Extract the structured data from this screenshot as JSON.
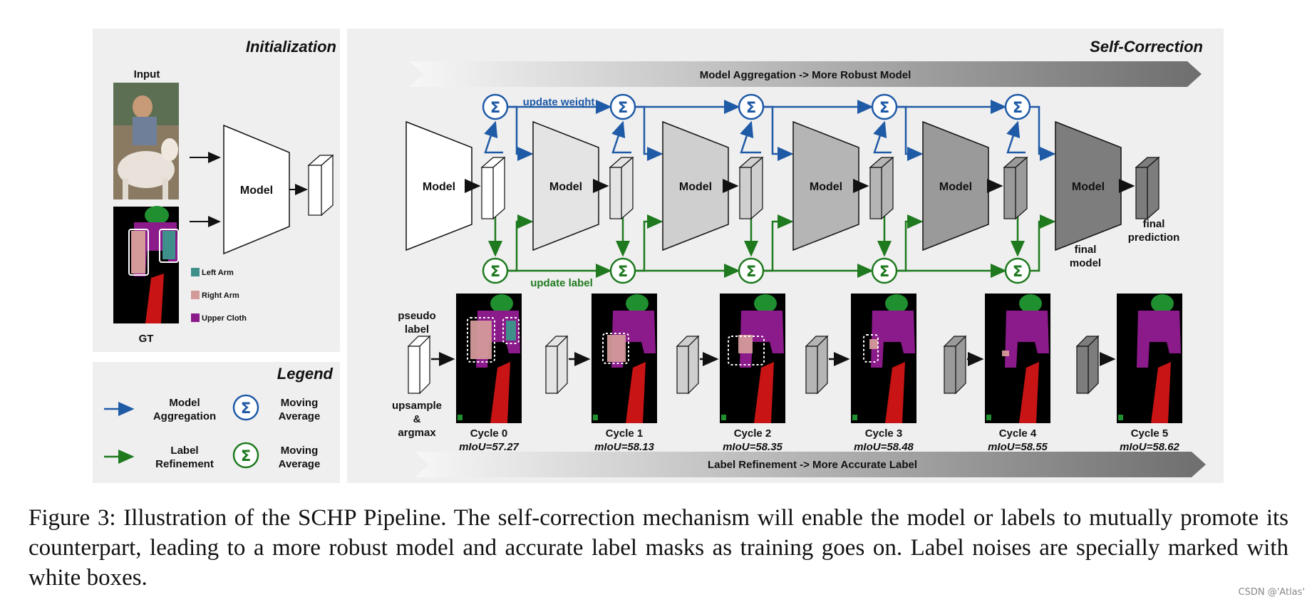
{
  "panels": {
    "initialization": {
      "title": "Initialization",
      "input_label": "Input",
      "gt_label": "GT",
      "model_label": "Model"
    },
    "self_correction": {
      "title": "Self-Correction"
    },
    "legend": {
      "title": "Legend"
    }
  },
  "class_legend": [
    {
      "label": "Left Arm",
      "color": "#3f8f8a"
    },
    {
      "label": "Right Arm",
      "color": "#d49a9a"
    },
    {
      "label": "Upper Cloth",
      "color": "#8b1a8b"
    }
  ],
  "banners": {
    "top": "Model Aggregation -> More Robust Model",
    "bottom": "Label Refinement -> More Accurate Label"
  },
  "flow": {
    "update_weight": "update weight",
    "update_label": "update label",
    "model_label": "Model",
    "pseudo_label_1": "pseudo",
    "pseudo_label_2": "label",
    "upsample_1": "upsample",
    "upsample_2": "&",
    "upsample_3": "argmax",
    "final_model_1": "final",
    "final_model_2": "model",
    "final_pred_1": "final",
    "final_pred_2": "prediction",
    "sigma": "Σ"
  },
  "cycles": [
    {
      "name": "Cycle 0",
      "miou": "mIoU=57.27"
    },
    {
      "name": "Cycle 1",
      "miou": "mIoU=58.13"
    },
    {
      "name": "Cycle 2",
      "miou": "mIoU=58.35"
    },
    {
      "name": "Cycle 3",
      "miou": "mIoU=58.48"
    },
    {
      "name": "Cycle 4",
      "miou": "mIoU=58.55"
    },
    {
      "name": "Cycle 5",
      "miou": "mIoU=58.62"
    }
  ],
  "legend": {
    "model_aggregation_1": "Model",
    "model_aggregation_2": "Aggregation",
    "label_refinement_1": "Label",
    "label_refinement_2": "Refinement",
    "moving_average_1": "Moving",
    "moving_average_2": "Average"
  },
  "colors": {
    "blue": "#1f5aa6",
    "green": "#1f7a1f",
    "panel_bg": "#efefef",
    "mask_head": "#1f8f2f",
    "mask_body": "#8b1a8b",
    "mask_leg": "#c81414"
  },
  "caption": "Figure 3: Illustration of the SCHP Pipeline. The self-correction mechanism will enable the model or labels to mutually promote its counterpart, leading to a more robust model and accurate label masks as training goes on. Label noises are specially marked with white boxes.",
  "watermark": "CSDN @'Atlas'"
}
